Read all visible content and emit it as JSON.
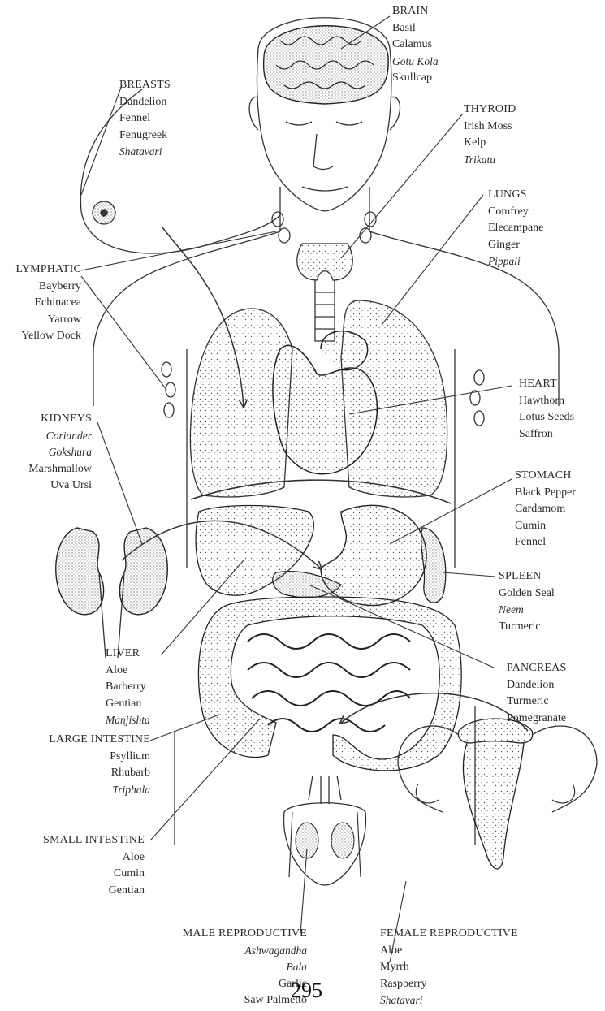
{
  "diagram": {
    "labels": [
      {
        "id": "brain",
        "heading": "BRAIN",
        "items": [
          {
            "t": "Basil",
            "i": false
          },
          {
            "t": "Calamus",
            "i": false
          },
          {
            "t": "Gotu Kola",
            "i": true
          },
          {
            "t": "Skullcap",
            "i": false
          }
        ]
      },
      {
        "id": "breasts",
        "heading": "BREASTS",
        "items": [
          {
            "t": "Dandelion",
            "i": false
          },
          {
            "t": "Fennel",
            "i": false
          },
          {
            "t": "Fenugreek",
            "i": false
          },
          {
            "t": "Shatavari",
            "i": true
          }
        ]
      },
      {
        "id": "thyroid",
        "heading": "THYROID",
        "items": [
          {
            "t": "Irish Moss",
            "i": false
          },
          {
            "t": "Kelp",
            "i": false
          },
          {
            "t": "Trikatu",
            "i": true
          }
        ]
      },
      {
        "id": "lungs",
        "heading": "LUNGS",
        "items": [
          {
            "t": "Comfrey",
            "i": false
          },
          {
            "t": "Elecampane",
            "i": false
          },
          {
            "t": "Ginger",
            "i": false
          },
          {
            "t": "Pippali",
            "i": true
          }
        ]
      },
      {
        "id": "lymphatic",
        "heading": "LYMPHATIC",
        "items": [
          {
            "t": "Bayberry",
            "i": false
          },
          {
            "t": "Echinacea",
            "i": false
          },
          {
            "t": "Yarrow",
            "i": false
          },
          {
            "t": "Yellow Dock",
            "i": false
          }
        ]
      },
      {
        "id": "heart",
        "heading": "HEART",
        "items": [
          {
            "t": "Hawthorn",
            "i": false
          },
          {
            "t": "Lotus Seeds",
            "i": false
          },
          {
            "t": "Saffron",
            "i": false
          }
        ]
      },
      {
        "id": "kidneys",
        "heading": "KIDNEYS",
        "items": [
          {
            "t": "Coriander",
            "i": true
          },
          {
            "t": "Gokshura",
            "i": true
          },
          {
            "t": "Marshmallow",
            "i": false
          },
          {
            "t": "Uva Ursi",
            "i": false
          }
        ]
      },
      {
        "id": "stomach",
        "heading": "STOMACH",
        "items": [
          {
            "t": "Black Pepper",
            "i": false
          },
          {
            "t": "Cardamom",
            "i": false
          },
          {
            "t": "Cumin",
            "i": false
          },
          {
            "t": "Fennel",
            "i": false
          }
        ]
      },
      {
        "id": "spleen",
        "heading": "SPLEEN",
        "items": [
          {
            "t": "Golden Seal",
            "i": false
          },
          {
            "t": "Neem",
            "i": true
          },
          {
            "t": "Turmeric",
            "i": false
          }
        ]
      },
      {
        "id": "liver",
        "heading": "LIVER",
        "items": [
          {
            "t": "Aloe",
            "i": false
          },
          {
            "t": "Barberry",
            "i": false
          },
          {
            "t": "Gentian",
            "i": false
          },
          {
            "t": "Manjishta",
            "i": true
          }
        ]
      },
      {
        "id": "pancreas",
        "heading": "PANCREAS",
        "items": [
          {
            "t": "Dandelion",
            "i": false
          },
          {
            "t": "Turmeric",
            "i": false
          },
          {
            "t": "Pomegranate",
            "i": false
          }
        ]
      },
      {
        "id": "large-intestine",
        "heading": "LARGE INTESTINE",
        "items": [
          {
            "t": "Psyllium",
            "i": false
          },
          {
            "t": "Rhubarb",
            "i": false
          },
          {
            "t": "Triphala",
            "i": true
          }
        ]
      },
      {
        "id": "small-intestine",
        "heading": "SMALL INTESTINE",
        "items": [
          {
            "t": "Aloe",
            "i": false
          },
          {
            "t": "Cumin",
            "i": false
          },
          {
            "t": "Gentian",
            "i": false
          }
        ]
      },
      {
        "id": "male-reproductive",
        "heading": "MALE REPRODUCTIVE",
        "items": [
          {
            "t": "Ashwagandha",
            "i": true
          },
          {
            "t": "Bala",
            "i": true
          },
          {
            "t": "Garlic",
            "i": false
          },
          {
            "t": "Saw Palmetto",
            "i": false
          }
        ]
      },
      {
        "id": "female-reproductive",
        "heading": "FEMALE REPRODUCTIVE",
        "items": [
          {
            "t": "Aloe",
            "i": false
          },
          {
            "t": "Myrrh",
            "i": false
          },
          {
            "t": "Raspberry",
            "i": false
          },
          {
            "t": "Shatavari",
            "i": true
          }
        ]
      }
    ]
  },
  "page_number": "295"
}
